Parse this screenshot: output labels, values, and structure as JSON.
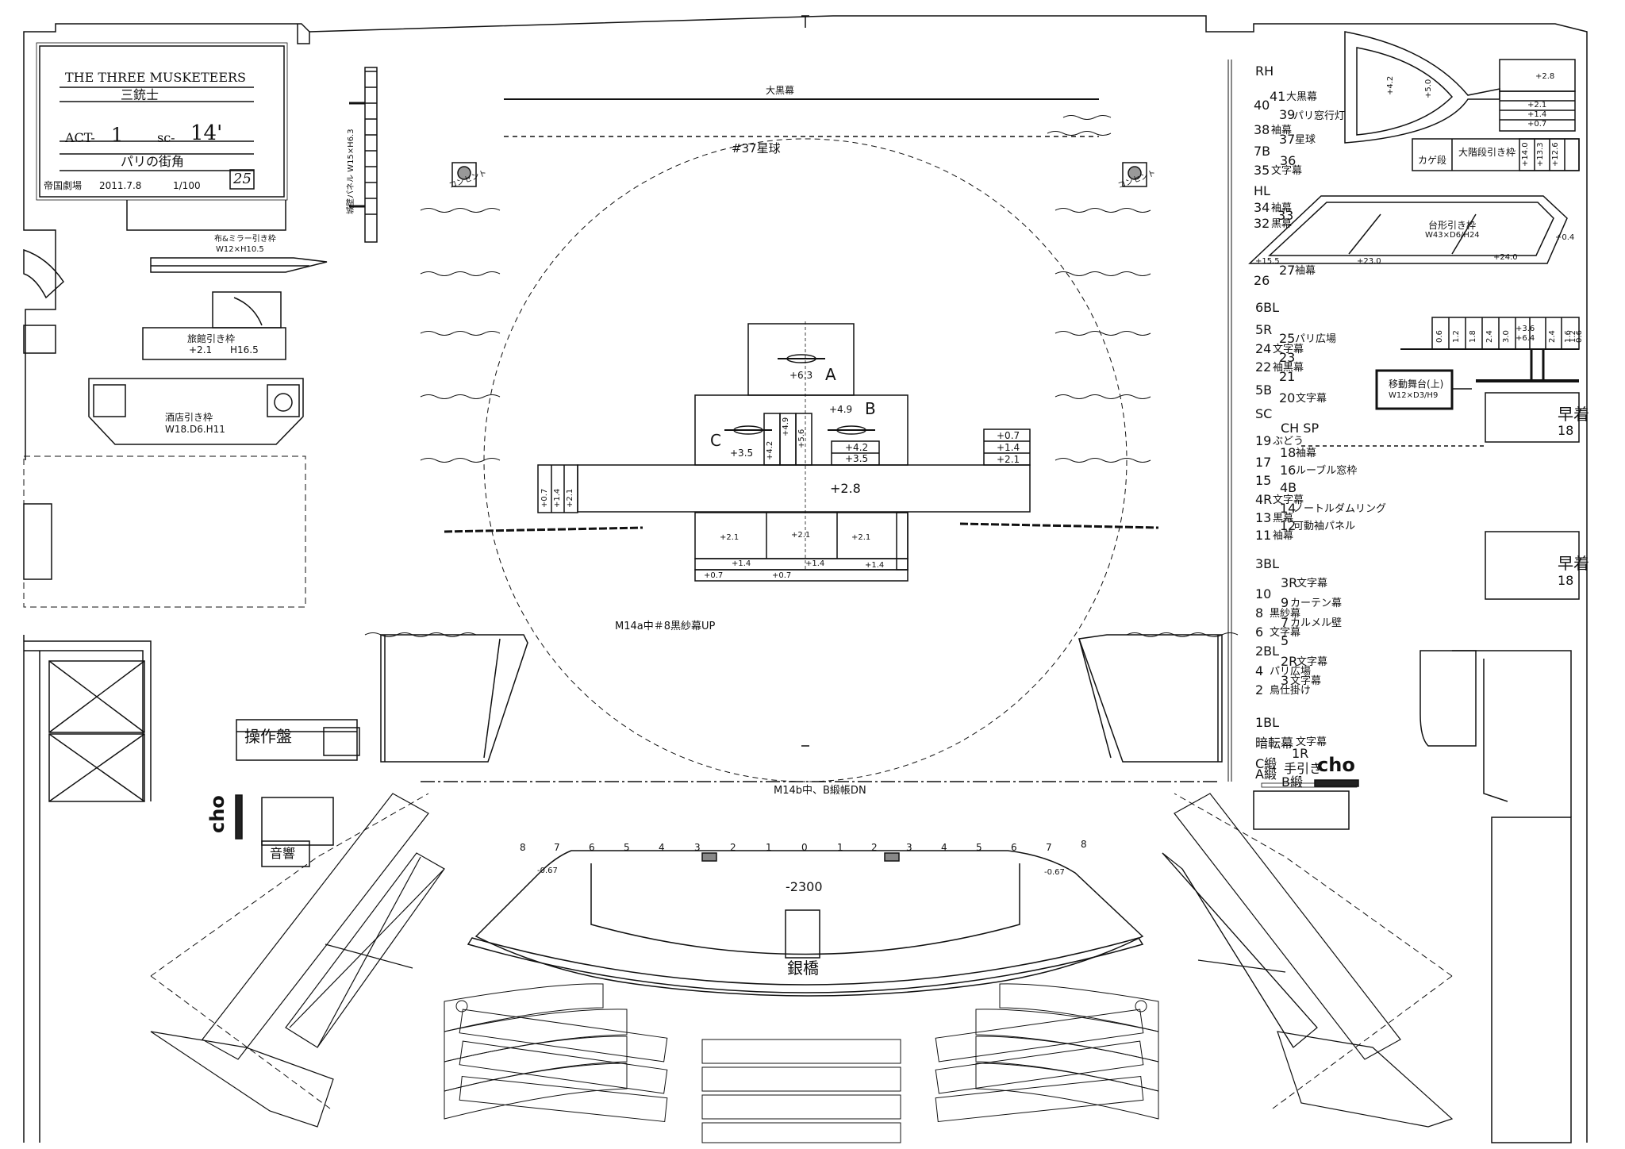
{
  "title_block": {
    "title_en": "THE THREE MUSKETEERS",
    "title_ja": "三銃士",
    "act_label": "ACT-",
    "act": "1",
    "scene_label": "sc-",
    "scene": "14'",
    "scene_name": "パリの街角",
    "theater": "帝国劇場",
    "date": "2011.7.8",
    "scale": "1/100",
    "page": "25"
  },
  "upstage": {
    "drop_black": "大黒幕",
    "drop_star": "#37星球",
    "castle_panel": "城壁パネル W15×H6.3",
    "concent_left": "コンセント",
    "concent_right": "コンセント"
  },
  "stage_left_units": {
    "mirror_truck": "布&ミラー引き枠",
    "mirror_truck_size": "W12×H10.5",
    "inn_truck": "旅館引き枠",
    "inn_truck_h": "+2.1",
    "inn_truck_size": "H16.5",
    "bar_truck": "酒店引き枠",
    "bar_truck_size": "W18.D6.H11",
    "control_panel": "操作盤",
    "sound": "音響",
    "cho": "cho"
  },
  "center_platforms": {
    "a_label": "A",
    "a_height": "+6.3",
    "b_label": "B",
    "b_height": "+4.9",
    "c_label": "C",
    "c_height": "+3.5",
    "step_42_a": "+4.2",
    "step_49": "+4.9",
    "step_56": "+5.6",
    "step_42_b": "+4.2",
    "step_35_b": "+3.5",
    "main_height": "+2.8",
    "left_steps": [
      "+0.7",
      "+1.4",
      "+2.1"
    ],
    "right_steps": [
      "+0.7",
      "+1.4",
      "+2.1"
    ],
    "front_21": [
      "+2.1",
      "+2.1",
      "+2.1"
    ],
    "front_14": [
      "+1.4",
      "+1.4",
      "+1.4"
    ],
    "front_07": [
      "+0.7",
      "+0.7"
    ]
  },
  "cues": {
    "m14a": "M14a中＃8黒紗幕UP",
    "m14b": "M14b中、B緞帳DN"
  },
  "pit": {
    "numbers": [
      "8",
      "7",
      "6",
      "5",
      "4",
      "3",
      "2",
      "1",
      "0",
      "1",
      "2",
      "3",
      "4",
      "5",
      "6",
      "7",
      "8"
    ],
    "depth": "-2300",
    "side_left": "-0.67",
    "side_right": "-0.67",
    "bridge": "銀橋"
  },
  "line_set": [
    {
      "no": "RH",
      "name": ""
    },
    {
      "no": "41",
      "name": "大黒幕"
    },
    {
      "no": "40",
      "name": ""
    },
    {
      "no": "39",
      "name": "パリ窓行灯"
    },
    {
      "no": "38",
      "name": "袖幕"
    },
    {
      "no": "37",
      "name": "星球"
    },
    {
      "no": "7B",
      "name": ""
    },
    {
      "no": "36",
      "name": ""
    },
    {
      "no": "35",
      "name": "文字幕"
    },
    {
      "no": "HL",
      "name": ""
    },
    {
      "no": "34",
      "name": "袖幕"
    },
    {
      "no": "33",
      "name": ""
    },
    {
      "no": "32",
      "name": "黒幕"
    },
    {
      "no": "27",
      "name": "袖幕"
    },
    {
      "no": "26",
      "name": ""
    },
    {
      "no": "6BL",
      "name": ""
    },
    {
      "no": "5R",
      "name": ""
    },
    {
      "no": "25",
      "name": "パリ広場"
    },
    {
      "no": "24",
      "name": "文字幕"
    },
    {
      "no": "23",
      "name": ""
    },
    {
      "no": "22",
      "name": "袖黒幕"
    },
    {
      "no": "21",
      "name": ""
    },
    {
      "no": "5B",
      "name": ""
    },
    {
      "no": "20",
      "name": "文字幕"
    },
    {
      "no": "SC",
      "name": ""
    },
    {
      "no": "CH SP",
      "name": ""
    },
    {
      "no": "19",
      "name": "ぶどう"
    },
    {
      "no": "18",
      "name": "袖幕"
    },
    {
      "no": "17",
      "name": ""
    },
    {
      "no": "16",
      "name": "ルーブル窓枠"
    },
    {
      "no": "15",
      "name": ""
    },
    {
      "no": "4B",
      "name": ""
    },
    {
      "no": "4R",
      "name": "文字幕"
    },
    {
      "no": "14",
      "name": "ノートルダムリング"
    },
    {
      "no": "13",
      "name": "黒幕"
    },
    {
      "no": "12",
      "name": "可動袖パネル"
    },
    {
      "no": "11",
      "name": "袖幕"
    },
    {
      "no": "3BL",
      "name": ""
    },
    {
      "no": "3R",
      "name": "文字幕"
    },
    {
      "no": "10",
      "name": ""
    },
    {
      "no": "9",
      "name": "カーテン幕"
    },
    {
      "no": "8",
      "name": "黒紗幕"
    },
    {
      "no": "7",
      "name": "カルメル壁"
    },
    {
      "no": "6",
      "name": "文字幕"
    },
    {
      "no": "5",
      "name": ""
    },
    {
      "no": "2BL",
      "name": ""
    },
    {
      "no": "2R",
      "name": "文字幕"
    },
    {
      "no": "4",
      "name": "パリ広場"
    },
    {
      "no": "3",
      "name": "文字幕"
    },
    {
      "no": "2",
      "name": "鳥仕掛け"
    },
    {
      "no": "1BL",
      "name": ""
    },
    {
      "no": "暗転幕",
      "name": "文字幕"
    },
    {
      "no": "1R",
      "name": ""
    },
    {
      "no": "C緞",
      "name": ""
    },
    {
      "no": "A緞",
      "name": "手引き"
    },
    {
      "no": "B緞",
      "name": ""
    }
  ],
  "stage_right_units": {
    "ship_h1": "+4.2",
    "ship_h2": "+5.0",
    "ship_steps": [
      "+2.8",
      "+2.1",
      "+1.4",
      "+0.7"
    ],
    "kage_dan": "カゲ段",
    "grand_stair_truck": "大階段引き枠",
    "stair_side": [
      "+14.0",
      "+13.3",
      "+12.6"
    ],
    "trapezoid_truck": "台形引き枠",
    "trapezoid_size": "W43×D6/H24",
    "trapezoid_heights": [
      "+15.5",
      "+23.0",
      "+24.0",
      "+0.4"
    ],
    "stair_unit": [
      "0.6",
      "1.2",
      "1.8",
      "2.4",
      "3.0",
      "+3.6",
      "+6.4",
      "2.4",
      "1.6",
      "1.2",
      "0.6"
    ],
    "moving_stage": "移動舞台(上)",
    "moving_stage_size": "W12×D3/H9",
    "quick_change_1": "早着",
    "quick_change_1_no": "18",
    "quick_change_2": "早着",
    "quick_change_2_no": "18",
    "cho": "cho"
  }
}
